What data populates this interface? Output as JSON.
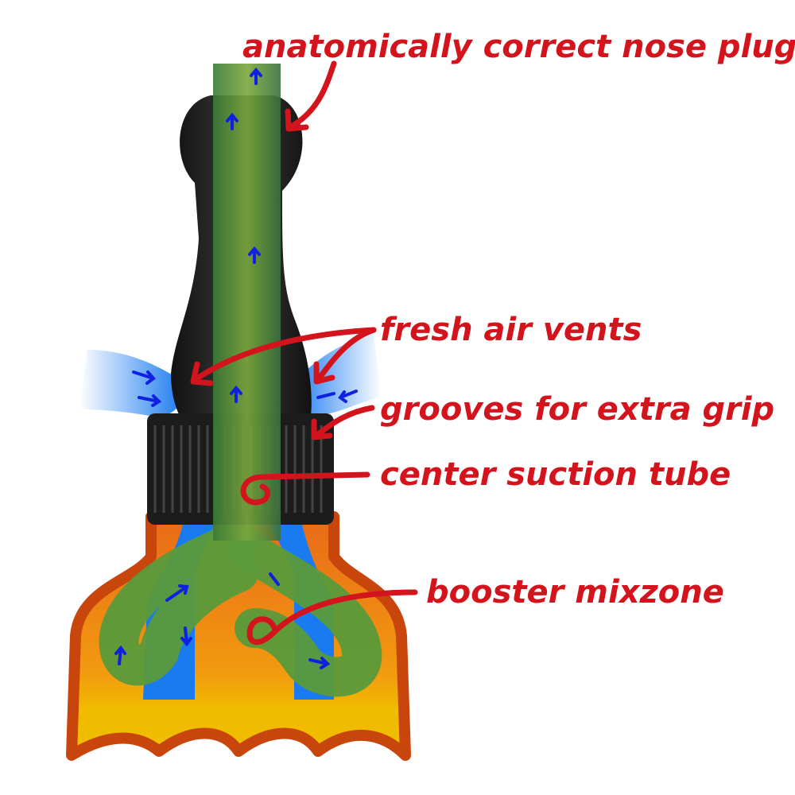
{
  "title": "Nose plug diagram",
  "labels": {
    "nose_plug": "anatomically correct nose plug",
    "air_vents": "fresh air vents",
    "grooves": "grooves for extra grip",
    "suction_tube": "center suction tube",
    "mixzone": "booster mixzone"
  },
  "colors": {
    "label_red": "#d4141c",
    "vessel_orange": "#e8701a",
    "vessel_yellow": "#f0b400",
    "plug_black": "#1e1e1e",
    "tube_green": "#5a9a3a",
    "vent_blue": "#1a7af0",
    "flow_arrow_blue": "#1020e0"
  }
}
